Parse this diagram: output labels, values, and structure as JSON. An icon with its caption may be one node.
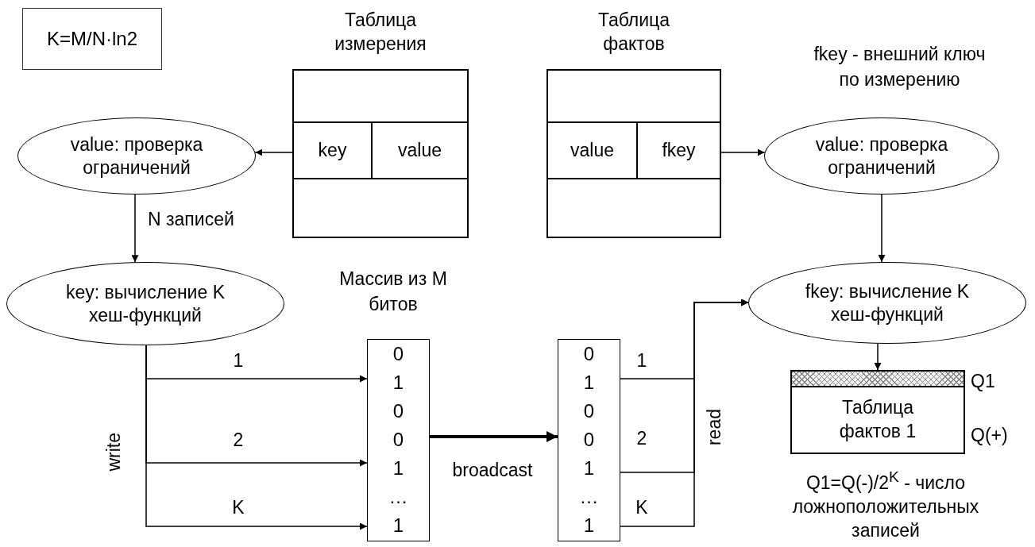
{
  "diagram": {
    "nodes": [
      {
        "text": [
          "K=M/N·ln2"
        ]
      },
      {
        "text": [
          "Таблица измерения"
        ]
      },
      {
        "text": [
          "key"
        ],
        "in": 1
      },
      {
        "text": [
          "value"
        ],
        "in": 1
      },
      {
        "text": [
          "value: проверка ограничений"
        ]
      },
      {
        "text": [
          "key: вычисление K хеш-функций"
        ]
      },
      {
        "text": [
          "Массив из M битов",
          "0",
          "1",
          "0",
          "0",
          "1",
          "…",
          "1"
        ]
      },
      {
        "text": [
          "Таблица фактов"
        ]
      },
      {
        "text": [
          "value"
        ],
        "in": 7
      },
      {
        "text": [
          "fkey"
        ],
        "in": 7
      },
      {
        "text": [
          "value: проверка ограничений"
        ]
      },
      {
        "text": [
          "fkey: вычисление K хеш-функций"
        ]
      },
      {
        "text": [
          "0",
          "1",
          "0",
          "0",
          "1",
          "…",
          "1"
        ]
      },
      {
        "text": [
          "Таблица фактов 1"
        ],
        "beside": [
          "Q1",
          "Q(+)",
          "Q1=Q(-)/2$^{K}$ - число ложноположительных записей"
        ]
      }
    ],
    "edges": [
      {
        "from": 2,
        "to": 4,
        "arrow": "to"
      },
      {
        "from": 4,
        "to": 5,
        "arrow": "to",
        "label": "N записей"
      },
      {
        "from": 5,
        "to": 6,
        "arrow": "to",
        "label": "1"
      },
      {
        "from": 5,
        "to": 6,
        "arrow": "to",
        "label": "2"
      },
      {
        "from": 5,
        "to": 6,
        "arrow": "to",
        "label": "K"
      },
      {
        "from": 6,
        "to": 12,
        "arrow": "to",
        "label": "broadcast",
        "style": "thick"
      },
      {
        "from": 12,
        "to": 11,
        "arrow": "to",
        "label": "1"
      },
      {
        "from": 12,
        "to": 11,
        "arrow": "to",
        "label": "2"
      },
      {
        "from": 12,
        "to": 11,
        "arrow": "to",
        "label": "K"
      },
      {
        "from": 9,
        "to": 10,
        "arrow": "to"
      },
      {
        "from": 10,
        "to": 11,
        "arrow": "to"
      },
      {
        "from": 11,
        "to": 13,
        "arrow": "to"
      }
    ],
    "labels": [
      "fkey - внешний ключ по измерению",
      "write",
      "read"
    ]
  }
}
